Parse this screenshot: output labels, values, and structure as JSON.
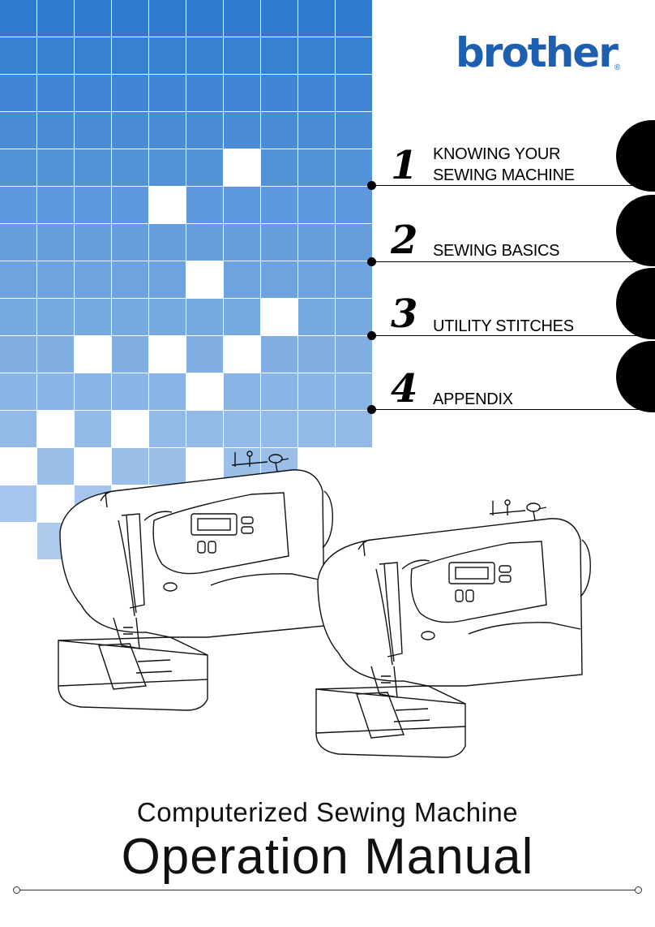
{
  "brand": {
    "logo_text": "brother",
    "registered": "®"
  },
  "chapters": [
    {
      "number": "1",
      "title_line1": "KNOWING YOUR",
      "title_line2": "SEWING MACHINE"
    },
    {
      "number": "2",
      "title_line1": "SEWING BASICS",
      "title_line2": ""
    },
    {
      "number": "3",
      "title_line1": "UTILITY STITCHES",
      "title_line2": ""
    },
    {
      "number": "4",
      "title_line1": "APPENDIX",
      "title_line2": ""
    }
  ],
  "subtitle": "Computerized Sewing Machine",
  "title": "Operation Manual",
  "colors": {
    "grid_top": "#2f7bd0",
    "grid_bottom": "#c9dcf4",
    "logo": "#1f5fb0",
    "tab": "#000000"
  }
}
